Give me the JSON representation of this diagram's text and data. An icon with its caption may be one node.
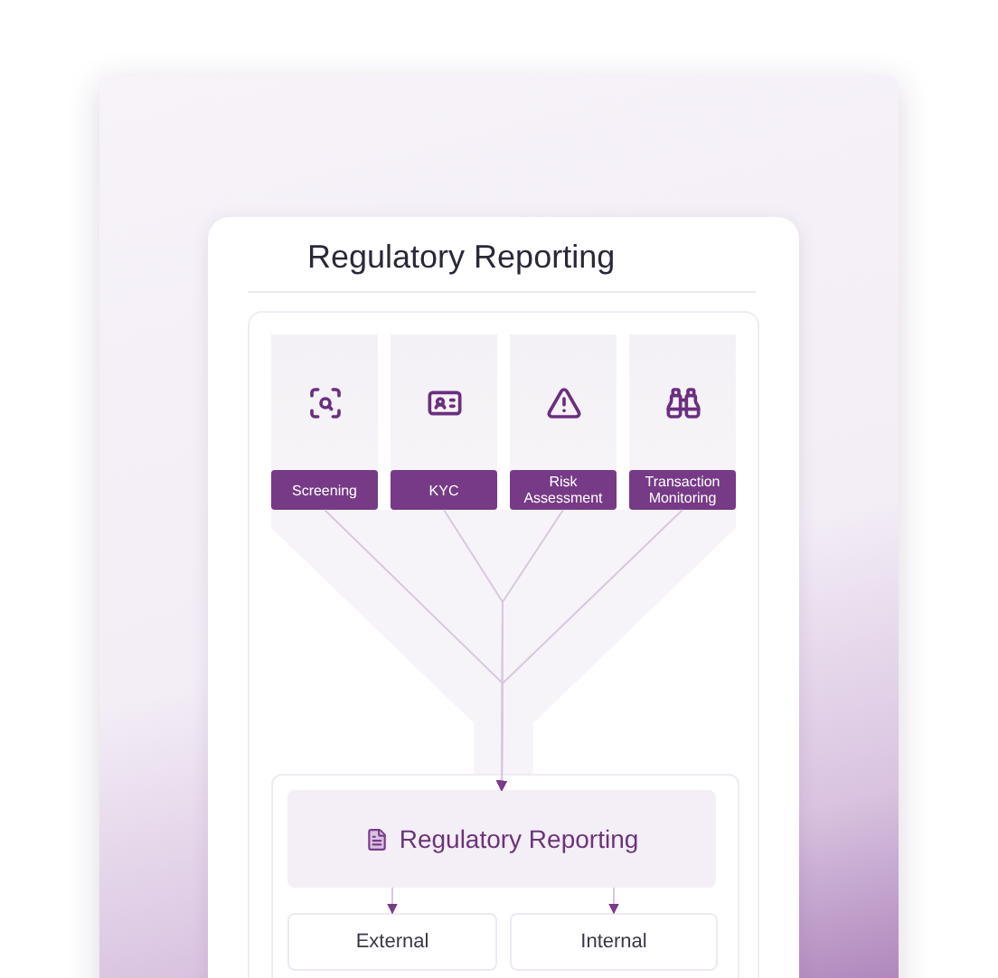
{
  "diagram": {
    "title": "Regulatory Reporting",
    "nodes": [
      {
        "text": [
          "Screening"
        ]
      },
      {
        "text": [
          "KYC"
        ]
      },
      {
        "text": [
          "Risk Assessment"
        ]
      },
      {
        "text": [
          "Transaction Monitoring"
        ]
      },
      {
        "text": [
          "Regulatory Reporting"
        ]
      },
      {
        "text": [
          "External"
        ]
      },
      {
        "text": [
          "Internal"
        ]
      }
    ],
    "edges": [
      {
        "from": 0,
        "to": 4,
        "arrow": "to"
      },
      {
        "from": 1,
        "to": 4,
        "arrow": "to"
      },
      {
        "from": 2,
        "to": 4,
        "arrow": "to"
      },
      {
        "from": 3,
        "to": 4,
        "arrow": "to"
      },
      {
        "from": 4,
        "to": 5,
        "arrow": "to"
      },
      {
        "from": 4,
        "to": 6,
        "arrow": "to"
      }
    ]
  }
}
